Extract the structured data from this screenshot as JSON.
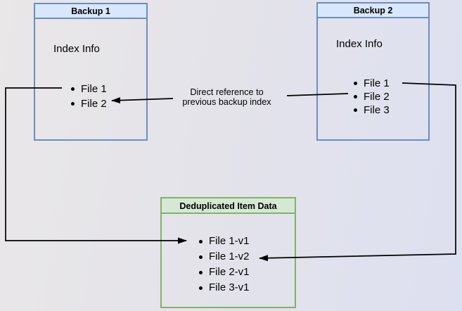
{
  "backup1": {
    "title": "Backup 1",
    "subtitle": "Index Info",
    "files": [
      "File 1",
      "File 2"
    ]
  },
  "backup2": {
    "title": "Backup 2",
    "subtitle": "Index Info",
    "files": [
      "File 1",
      "File 2",
      "File 3"
    ]
  },
  "dedup": {
    "title": "Deduplicated Item Data",
    "files": [
      "File 1-v1",
      "File 1-v2",
      "File 2-v1",
      "File 3-v1"
    ]
  },
  "annotation": {
    "line1": "Direct reference to",
    "line2": "previous backup index"
  },
  "colors": {
    "background_left": "#e9e7e7",
    "background_right": "#dde0f0",
    "blue_header_fill": "#d8e7fb",
    "blue_border": "#6c8ebf",
    "green_header_fill": "#d5e8d4",
    "green_border": "#82b366",
    "arrow": "#000000",
    "text": "#000000"
  }
}
